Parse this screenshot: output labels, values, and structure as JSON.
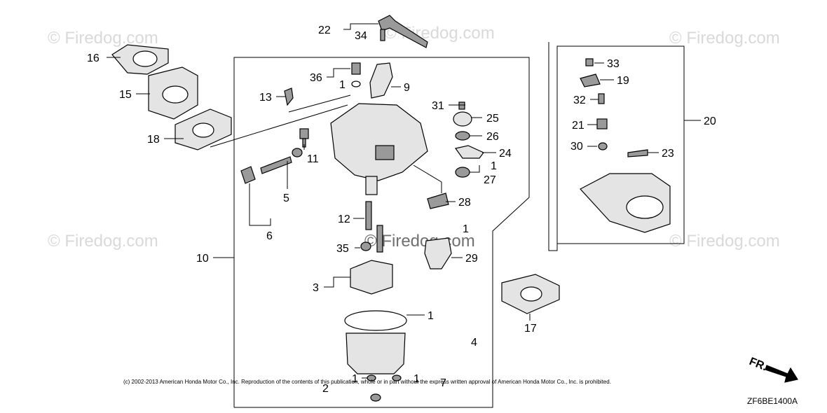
{
  "watermark": "© Firedog.com",
  "watermark_center": "© Firedog.com",
  "copyright": "(c) 2002-2013 American Honda Motor Co., Inc. Reproduction of the contents of this publication, whole or in part without the express written approval of American Honda Motor Co., Inc. is prohibited.",
  "diagram_code": "ZF6BE1400A",
  "direction_label": "FR.",
  "callouts": {
    "n1": "1",
    "n2": "2",
    "n3": "3",
    "n4": "4",
    "n5": "5",
    "n6": "6",
    "n7": "7",
    "n9": "9",
    "n10": "10",
    "n11": "11",
    "n12": "12",
    "n13": "13",
    "n15": "15",
    "n16": "16",
    "n17": "17",
    "n18": "18",
    "n19": "19",
    "n20": "20",
    "n21": "21",
    "n22": "22",
    "n23": "23",
    "n24": "24",
    "n25": "25",
    "n26": "26",
    "n27": "27",
    "n28": "28",
    "n29": "29",
    "n30": "30",
    "n31": "31",
    "n32": "32",
    "n33": "33",
    "n34": "34",
    "n35": "35",
    "n36": "36"
  }
}
